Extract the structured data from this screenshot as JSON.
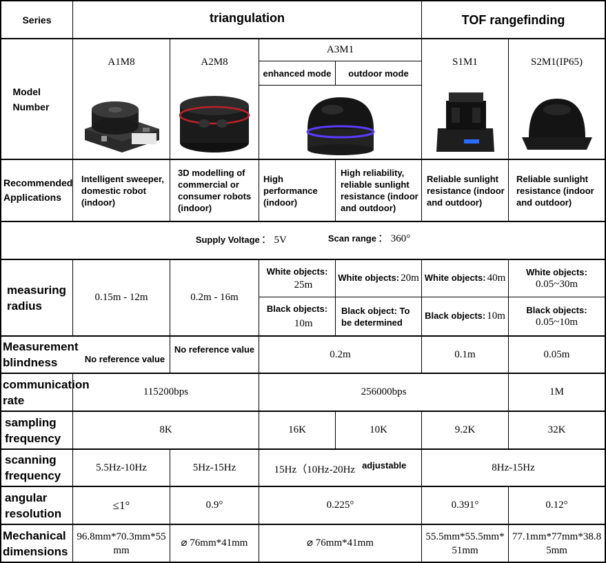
{
  "header": {
    "series_label": "Series",
    "triangulation": "triangulation",
    "tof": "TOF rangefinding"
  },
  "models": {
    "label": "Model Number",
    "a1m8": "A1M8",
    "a2m8": "A2M8",
    "a3m1": "A3M1",
    "a3m1_enhanced": "enhanced mode",
    "a3m1_outdoor": "outdoor mode",
    "s1m1": "S1M1",
    "s2m1": "S2M1(IP65)"
  },
  "applications": {
    "label": "Recommended Applications",
    "a1m8": "Intelligent sweeper, domestic robot (indoor)",
    "a2m8": "3D modelling of commercial or consumer robots (indoor)",
    "a3m1_enhanced": "High performance (indoor)",
    "a3m1_outdoor": "High reliability, reliable sunlight resistance (indoor and outdoor)",
    "s1m1": "Reliable sunlight resistance (indoor and outdoor)",
    "s2m1": "Reliable sunlight resistance (indoor and outdoor)"
  },
  "common": {
    "supply_label": "Supply Voltage",
    "supply_value": "： 5V",
    "scan_label": "Scan range",
    "scan_value": "： 360°"
  },
  "radius": {
    "label": "measuring radius",
    "a1m8": "0.15m - 12m",
    "a2m8": "0.2m - 16m",
    "a3m1_enh_white_label": "White objects:",
    "a3m1_enh_white_value": "25m",
    "a3m1_out_white_label": "White objects:",
    "a3m1_out_white_value": "20m",
    "a3m1_enh_black_label": "Black objects:",
    "a3m1_enh_black_value": "10m",
    "a3m1_out_black": "Black object: To be determined",
    "s1m1_white_label": "White objects:",
    "s1m1_white_value": "40m",
    "s1m1_black_label": "Black objects:",
    "s1m1_black_value": "10m",
    "s2m1_white_label": "White objects:",
    "s2m1_white_value": "0.05~30m",
    "s2m1_black_label": "Black objects:",
    "s2m1_black_value": "0.05~10m"
  },
  "blindness": {
    "label": "Measurement blindness",
    "a1m8": "No reference value",
    "a2m8": "No reference value",
    "a3m1": "0.2m",
    "s1m1": "0.1m",
    "s2m1": "0.05m"
  },
  "comm": {
    "label": "communication rate",
    "a1_a2": "115200bps",
    "a3_s1": "256000bps",
    "s2m1": "1M"
  },
  "sampling": {
    "label": "sampling frequency",
    "a1_a2": "8K",
    "a3m1_enhanced": "16K",
    "a3m1_outdoor": "10K",
    "s1m1": "9.2K",
    "s2m1": "32K"
  },
  "scanning": {
    "label": "scanning frequency",
    "a1m8": "5.5Hz-10Hz",
    "a2m8": "5Hz-15Hz",
    "a3m1_value": "15Hz（10Hz-20Hz",
    "a3m1_note": "adjustable",
    "s1_s2": "8Hz-15Hz"
  },
  "angular": {
    "label": "angular resolution",
    "a1m8": "≤1°",
    "a2m8": "0.9°",
    "a3m1": "0.225°",
    "s1m1": "0.391°",
    "s2m1": "0.12°"
  },
  "dimensions": {
    "label": "Mechanical dimensions",
    "a1m8": "96.8mm*70.3mm*55mm",
    "a2m8": "⌀ 76mm*41mm",
    "a3m1": "⌀ 76mm*41mm",
    "s1m1": "55.5mm*55.5mm*51mm",
    "s2m1": "77.1mm*77mm*38.85mm"
  },
  "colors": {
    "a3m1_ring": "#5a3cff",
    "a2m8_ring": "#c0202a",
    "device_dark": "#1c1c1c",
    "s1m1_display": "#2a6cff"
  }
}
